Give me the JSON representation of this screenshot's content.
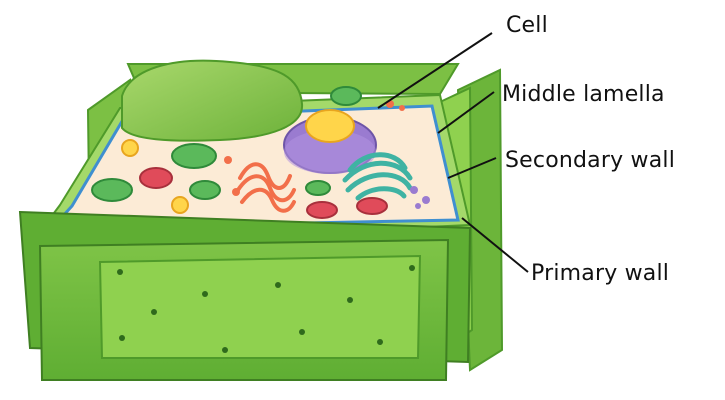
{
  "labels": {
    "cell": "Cell",
    "middle_lamella": "Middle lamella",
    "secondary_wall": "Secondary wall",
    "primary_wall": "Primary wall"
  },
  "colors": {
    "wall_dark": "#4f9a2a",
    "wall_mid": "#6cbb3c",
    "wall_light": "#8fd14f",
    "wall_pale": "#b6e27c",
    "cytoplasm": "#fcebd6",
    "membrane": "#3f8fd0",
    "nucleus": "#9a7bd0",
    "nucleolus": "#ffd54a",
    "golgi": "#3fb3a3",
    "er": "#f26f4a",
    "mitochondria": "#e04b5a",
    "chloroplast": "#5bb95b",
    "vacuole": "#7bc04a"
  }
}
